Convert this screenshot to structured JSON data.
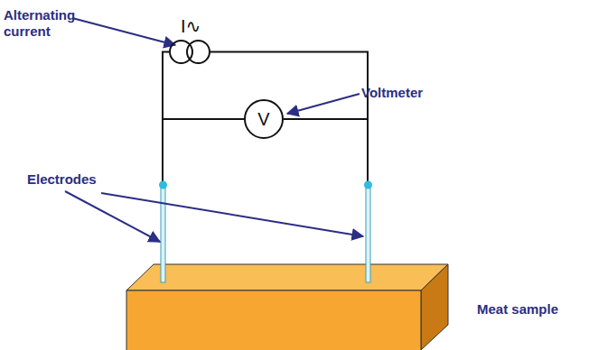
{
  "diagram": {
    "nodes": [
      {
        "text": [
          "I∿"
        ]
      },
      {
        "text": [
          "V"
        ]
      }
    ],
    "edges": [
      {
        "from": 0,
        "to": 1,
        "arrow": "none"
      },
      {
        "from": 0,
        "to": 1,
        "arrow": "none"
      }
    ],
    "labels": [
      "Alternating current",
      "Voltmeter",
      "Electrodes",
      "Meat sample"
    ]
  }
}
